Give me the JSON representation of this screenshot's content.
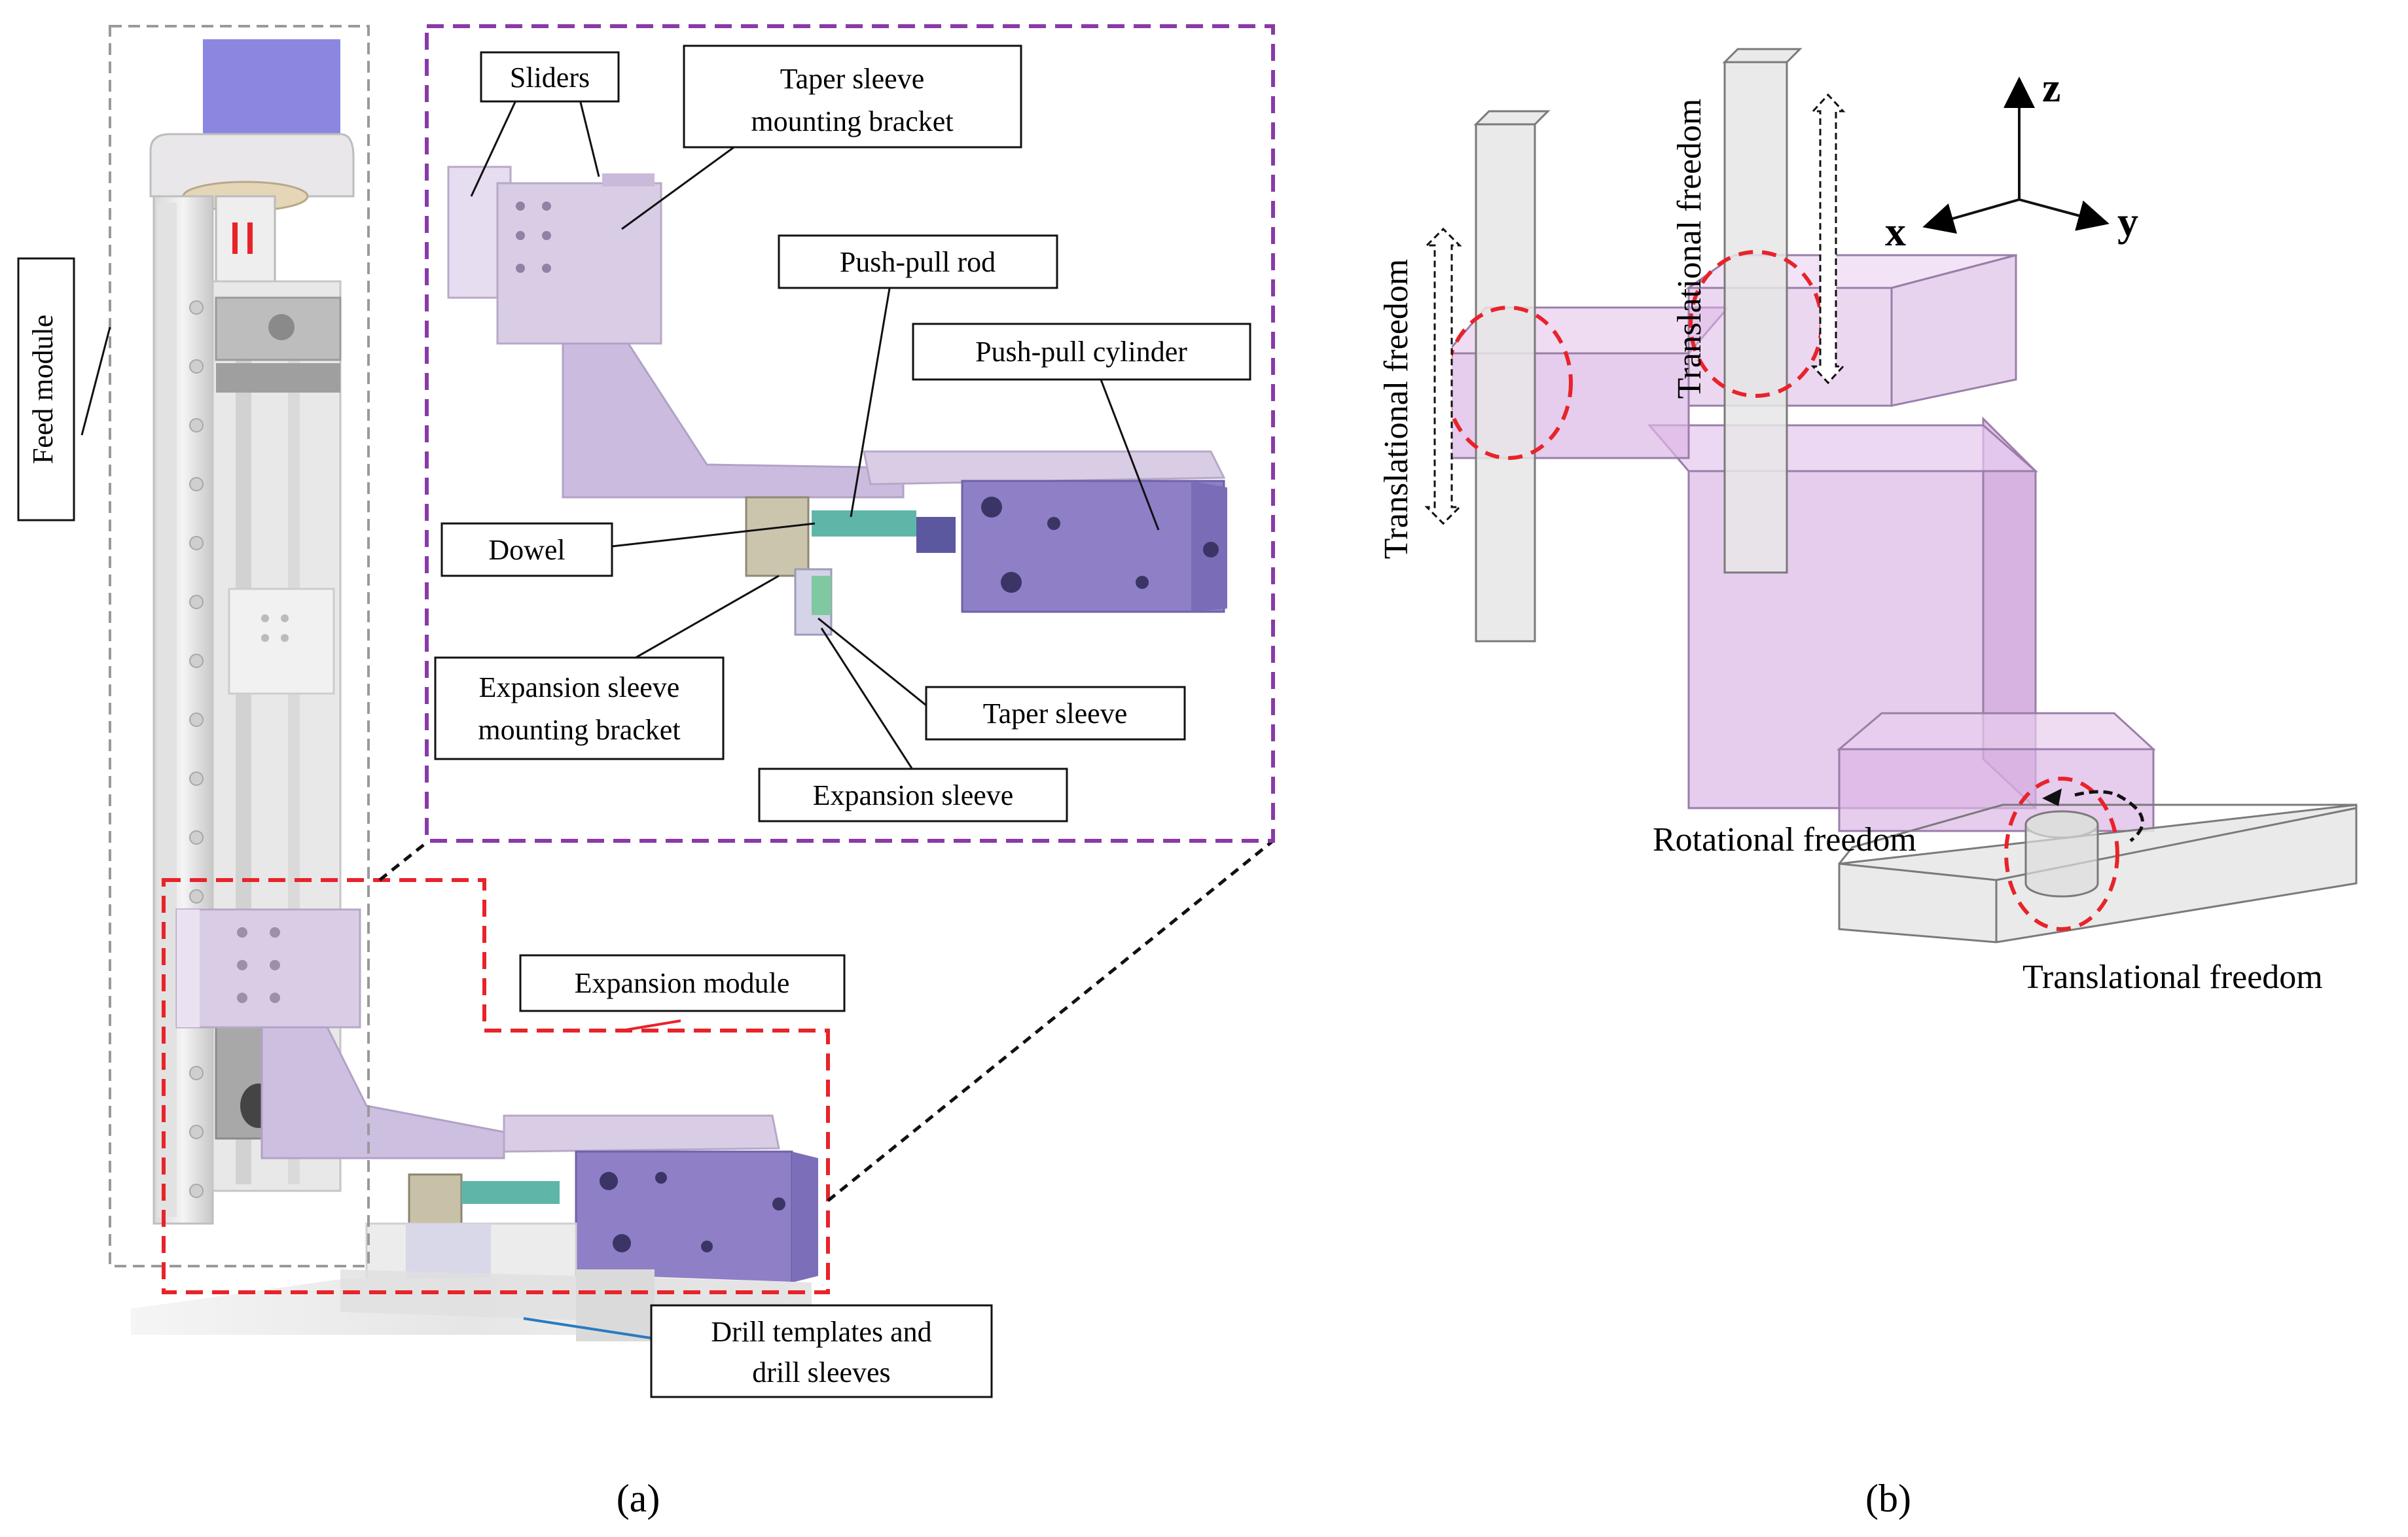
{
  "panel_a": {
    "labels": {
      "feed_module": "Feed module",
      "sliders": "Sliders",
      "taper_sleeve_bracket_line1": "Taper sleeve",
      "taper_sleeve_bracket_line2": "mounting bracket",
      "push_pull_rod": "Push-pull rod",
      "push_pull_cylinder": "Push-pull cylinder",
      "dowel": "Dowel",
      "expansion_sleeve_bracket_line1": "Expansion sleeve",
      "expansion_sleeve_bracket_line2": "mounting bracket",
      "taper_sleeve": "Taper sleeve",
      "expansion_sleeve": "Expansion sleeve",
      "expansion_module": "Expansion module",
      "drill_templates_line1": "Drill templates and",
      "drill_templates_line2": "drill sleeves"
    },
    "caption": "(a)"
  },
  "panel_b": {
    "axes": {
      "z": "z",
      "x": "x",
      "y": "y"
    },
    "labels": {
      "translational_left": "Translational freedom",
      "translational_middle": "Translational freedom",
      "rotational": "Rotational freedom",
      "translational_bottom": "Translational freedom"
    },
    "caption": "(b)"
  },
  "colors": {
    "lavender": "#d9cde6",
    "purple_cylinder": "#8e7fc7",
    "teal": "#5fb6a8",
    "red_dashed": "#e8232a",
    "purple_dashed": "#8a3aa8",
    "gray_dashed": "#9a9a9a",
    "pink_block": "#dcb6e6",
    "blue_leader": "#2a7ac0"
  }
}
